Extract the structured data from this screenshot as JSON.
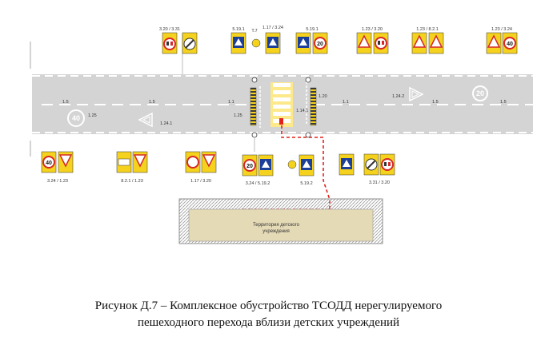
{
  "caption": {
    "line1": "Рисунок Д.7 – Комплексное обустройство ТСОДД нерегулируемого",
    "line2": "пешеходного перехода вблизи детских учреждений"
  },
  "territory_label": {
    "line1": "Территория детского",
    "line2": "учреждения"
  },
  "markings": {
    "m1_5_left": "1.5",
    "m1_5_left2": "1.5",
    "m1_5_right": "1.5",
    "m1_5_right2": "1.5",
    "m1_1_left": "1.1",
    "m1_1_right": "1.1",
    "m1_20": "1.20",
    "m1_14_1": "1.14.1",
    "m1_24_1": "1.24.1",
    "m1_24_2": "1.24.2",
    "m1_25": "1.25",
    "m1_25b": "1.25"
  },
  "sign_codes": {
    "top": [
      "3.20 / 3.31",
      "5.19.1",
      "1.17 / 3.24",
      "5.19.1",
      "1.23 / 3.20",
      "1.23 / 8.2.1",
      "1.23 / 3.24"
    ],
    "bottom": [
      "3.24 / 1.23",
      "8.2.1 / 1.23",
      "1.17 / 3.20",
      "3.24 / 5.19.2",
      "5.19.2",
      "3.31 / 3.20"
    ],
    "light": "Т.7"
  },
  "sign_text": {
    "speed_20": "20",
    "speed_40": "40"
  },
  "colors": {
    "road": "#d4d4d4",
    "sign_yellow": "#f4d21e",
    "sign_blue": "#1c3f9a",
    "sign_red": "#d62828",
    "route": "#e2231a"
  }
}
